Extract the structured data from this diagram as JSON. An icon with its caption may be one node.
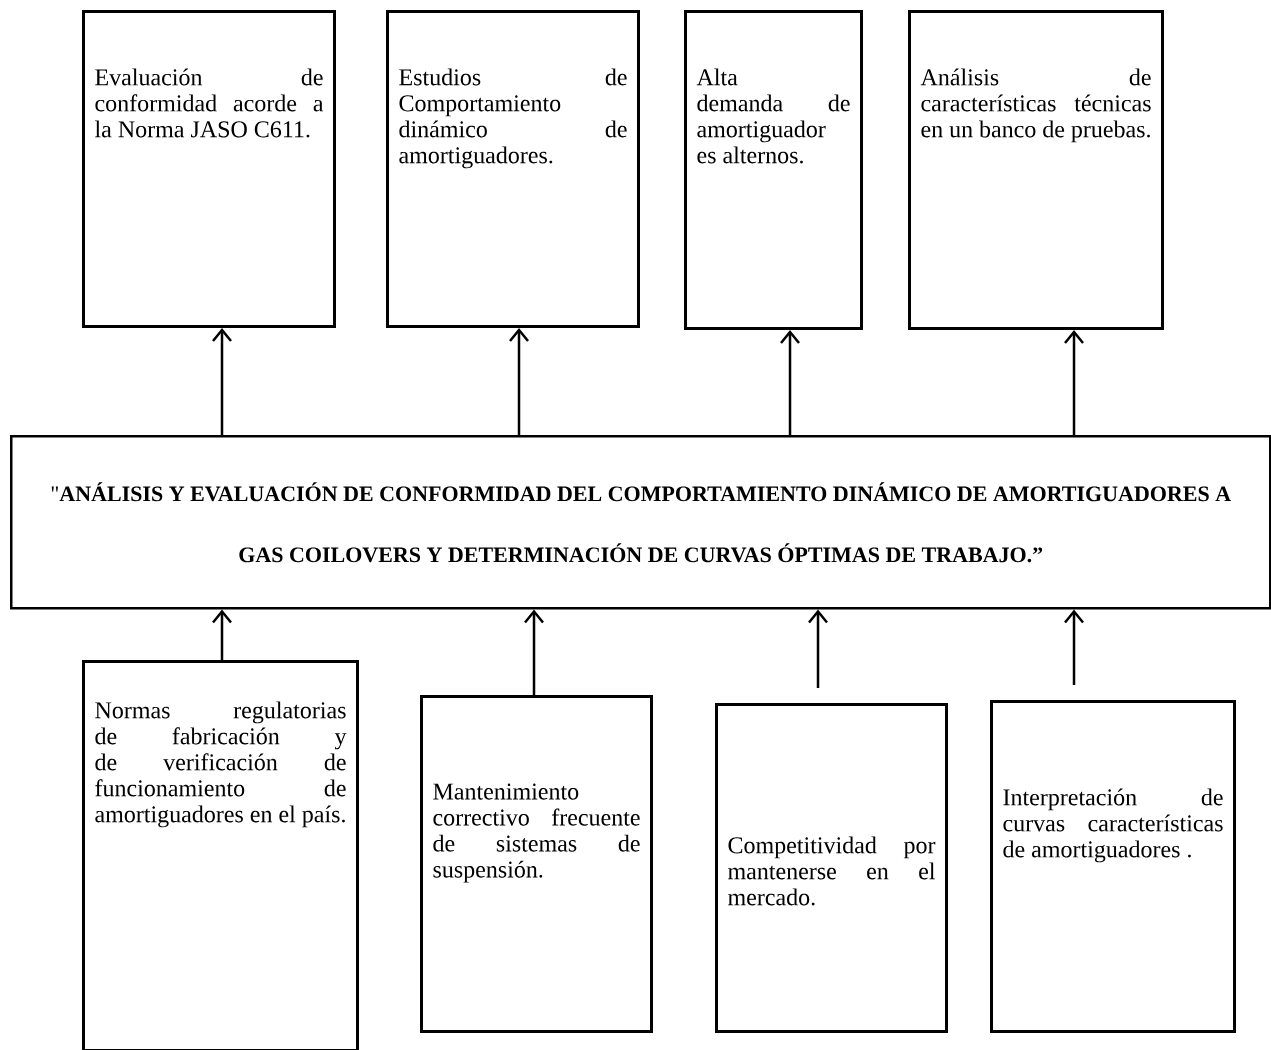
{
  "diagram": {
    "nodes": [
      {
        "text": [
          "Evaluación de conformidad acorde a la Norma JASO C611."
        ]
      },
      {
        "text": [
          "Estudios de Comportamiento dinámico de amortiguadores."
        ]
      },
      {
        "text": [
          "Alta demanda de amortiguador es alternos."
        ]
      },
      {
        "text": [
          "Análisis de características técnicas en un banco de pruebas."
        ]
      },
      {
        "text": [
          "\"**ANÁLISIS Y EVALUACIÓN DE CONFORMIDAD DEL COMPORTAMIENTO DINÁMICO DE AMORTIGUADORES A GAS COILOVERS Y DETERMINACIÓN DE CURVAS ÓPTIMAS DE TRABAJO.”**"
        ]
      },
      {
        "text": [
          "Normas regulatorias de fabricación y de verificación de funcionamiento de amortiguadores en el país."
        ]
      },
      {
        "text": [
          "Mantenimiento correctivo frecuente de sistemas de suspensión."
        ]
      },
      {
        "text": [
          "Competitividad por mantenerse en el mercado."
        ]
      },
      {
        "text": [
          "Interpretación de curvas características de amortiguadores ."
        ]
      }
    ],
    "edges": [
      {
        "from": 4,
        "to": 0,
        "arrow": "to"
      },
      {
        "from": 4,
        "to": 1,
        "arrow": "to"
      },
      {
        "from": 4,
        "to": 2,
        "arrow": "to"
      },
      {
        "from": 4,
        "to": 3,
        "arrow": "to"
      },
      {
        "from": 5,
        "to": 4,
        "arrow": "to"
      },
      {
        "from": 6,
        "to": 4,
        "arrow": "to"
      },
      {
        "from": 7,
        "to": 4,
        "arrow": "to"
      },
      {
        "from": 8,
        "to": 4,
        "arrow": "to"
      }
    ]
  }
}
